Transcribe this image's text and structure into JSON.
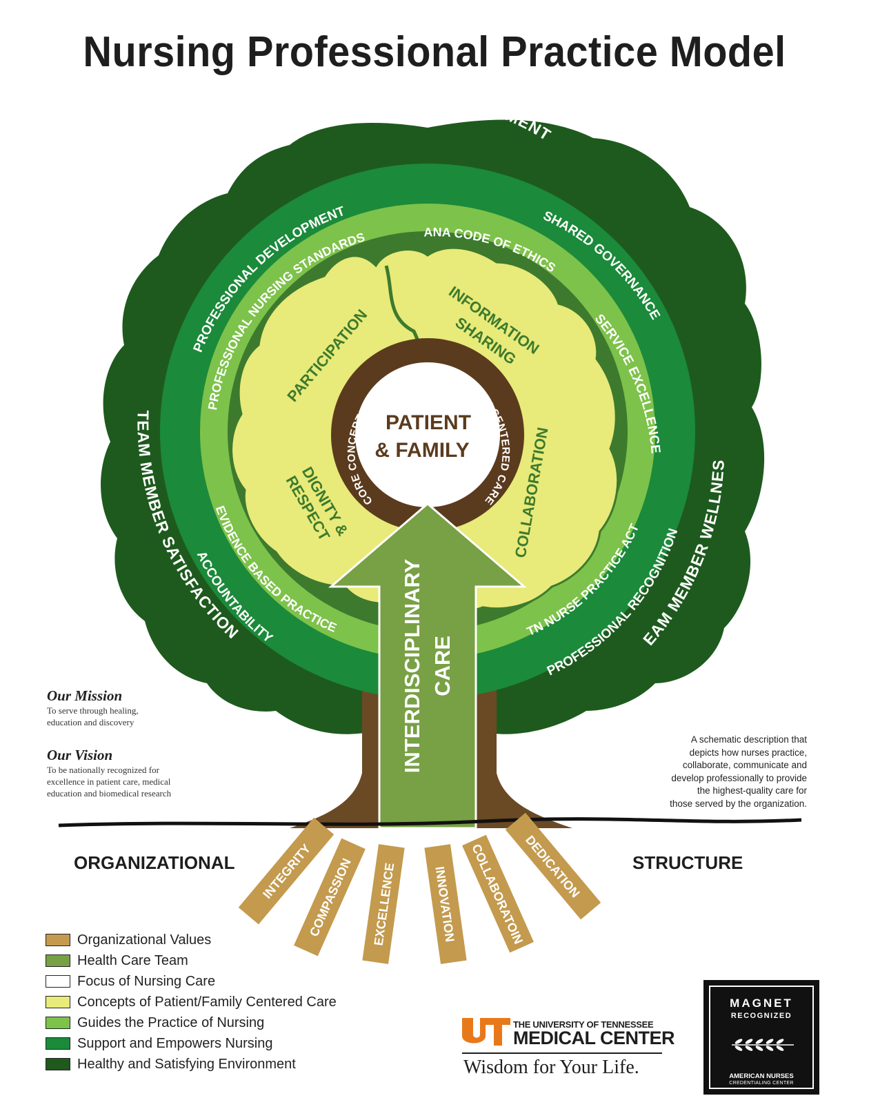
{
  "title": "Nursing Professional Practice Model",
  "colors": {
    "outer": "#1e5a1e",
    "ring1": "#1b8a3a",
    "ring2": "#7dc24a",
    "crown": "#e8ea79",
    "core_ring": "#5b3b1e",
    "trunk": "#6a4a24",
    "arrow": "#78a045",
    "roots": "#c39a4e"
  },
  "outer_ring": {
    "top": "HEALTHY WORK ENVIRONMENT",
    "left": "TEAM MEMBER SATISFACTION",
    "right": "TEAM MEMBER WELLNESS"
  },
  "middle_ring": {
    "items": [
      "PROFESSIONAL DEVELOPMENT",
      "SHARED GOVERNANCE",
      "SERVICE EXCELLENCE",
      "PROFESSIONAL RECOGNITION",
      "ACCOUNTABILITY"
    ]
  },
  "inner_ring": {
    "items": [
      "PROFESSIONAL NURSING STANDARDS",
      "ANA CODE OF ETHICS",
      "TN NURSE PRACTICE ACT",
      "EVIDENCE BASED PRACTICE"
    ]
  },
  "crown": {
    "participation": "PARTICIPATION",
    "information_1": "INFORMATION",
    "information_2": "SHARING",
    "collaboration": "COLLABORATION",
    "dignity_1": "DIGNITY &",
    "dignity_2": "RESPECT"
  },
  "core": {
    "ring_text": "CORE CONCEPTS OF PATIENT AND FAMILY CENTERED CARE",
    "line1": "PATIENT",
    "line2": "& FAMILY"
  },
  "arrow": {
    "line1": "INTERDISCIPLINARY",
    "line2": "CARE"
  },
  "roots": [
    "INTEGRITY",
    "COMPASSION",
    "EXCELLENCE",
    "INNOVATION",
    "COLLABORATOIN",
    "DEDICATION"
  ],
  "base": {
    "left": "ORGANIZATIONAL",
    "right": "STRUCTURE"
  },
  "mission": {
    "heading": "Our Mission",
    "line1": "To serve through healing,",
    "line2": "education and discovery"
  },
  "vision": {
    "heading": "Our Vision",
    "line1": "To be nationally recognized for",
    "line2": "excellence in patient care, medical",
    "line3": "education and biomedical research"
  },
  "description": {
    "line1": "A schematic description that",
    "line2": "depicts how nurses practice,",
    "line3": "collaborate, communicate and",
    "line4": "develop professionally to provide",
    "line5": "the highest-quality care for",
    "line6": "those served by the organization."
  },
  "legend": [
    {
      "label": "Organizational Values",
      "color": "#c39a4e"
    },
    {
      "label": "Health Care Team",
      "color": "#78a045"
    },
    {
      "label": "Focus of Nursing Care",
      "color": "#ffffff"
    },
    {
      "label": "Concepts of Patient/Family Centered Care",
      "color": "#e8ea79"
    },
    {
      "label": "Guides the Practice of Nursing",
      "color": "#7dc24a"
    },
    {
      "label": "Support and Empowers Nursing",
      "color": "#1b8a3a"
    },
    {
      "label": "Healthy and Satisfying Environment",
      "color": "#1e5a1e"
    }
  ],
  "logo": {
    "mark": "UT",
    "line1": "THE UNIVERSITY OF TENNESSEE",
    "line2": "MEDICAL CENTER",
    "tagline": "Wisdom for Your Life."
  },
  "magnet": {
    "line1": "MAGNET",
    "line2": "RECOGNIZED",
    "line3": "AMERICAN NURSES",
    "line4": "CREDENTIALING CENTER"
  }
}
